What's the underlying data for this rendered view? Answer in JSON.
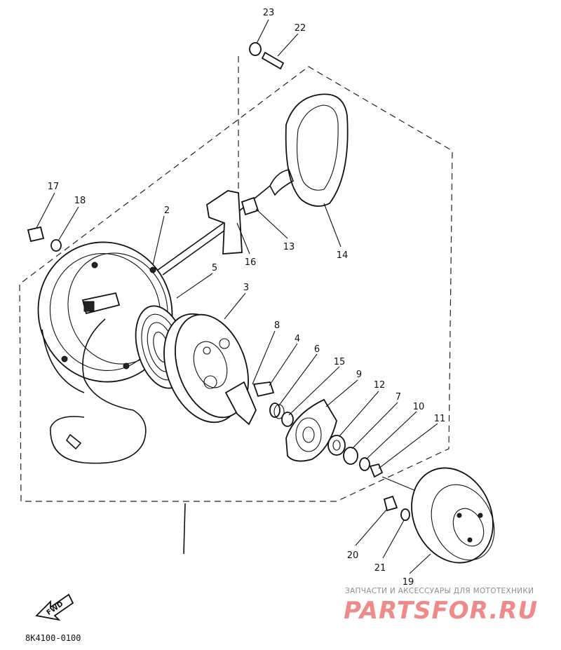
{
  "diagram": {
    "callouts": [
      "23",
      "22",
      "17",
      "18",
      "2",
      "5",
      "3",
      "16",
      "13",
      "14",
      "8",
      "4",
      "6",
      "15",
      "9",
      "12",
      "7",
      "10",
      "11",
      "20",
      "21",
      "19"
    ],
    "drawing_code": "8K4100-0100",
    "fwd_label": "FWD"
  },
  "watermark": {
    "caption": "ЗАПЧАСТИ И АКСЕССУАРЫ ДЛЯ МОТОТЕХНИКИ",
    "brand": "PARTSFOR.RU",
    "color": "#ee8a8a"
  }
}
